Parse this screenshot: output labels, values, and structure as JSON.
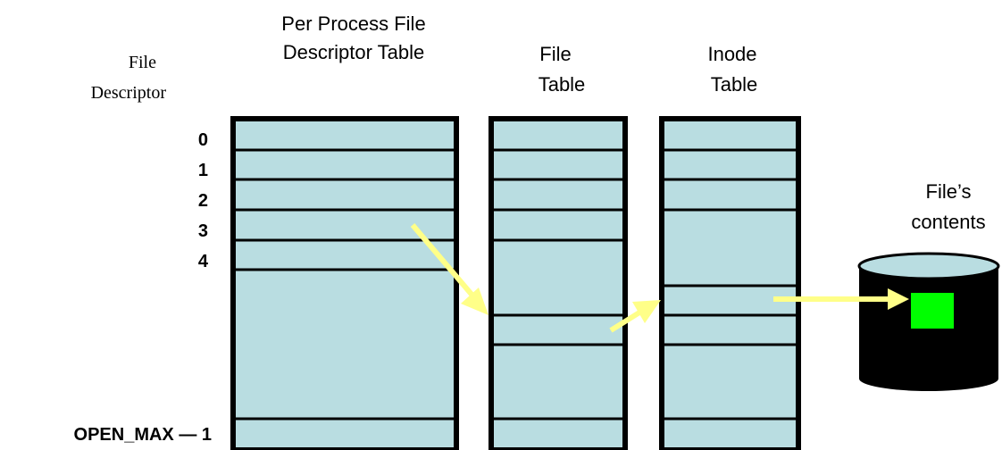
{
  "labels": {
    "fd_header_line1": "File",
    "fd_header_line2": "Descriptor",
    "pp_table_line1": "Per Process File",
    "pp_table_line2": "Descriptor Table",
    "file_table_line1": "File",
    "file_table_line2": "Table",
    "inode_table_line1": "Inode",
    "inode_table_line2": "Table",
    "contents_line1": "File’s",
    "contents_line2": "contents"
  },
  "descriptors": [
    "0",
    "1",
    "2",
    "3",
    "4"
  ],
  "open_max_label": "OPEN_MAX — 1",
  "colors": {
    "cell_fill": "#b9dde1",
    "border": "#000000",
    "arrow": "#ffff88",
    "disk_body": "#000000",
    "disk_top": "#b9dde1",
    "block": "#00ff00"
  }
}
